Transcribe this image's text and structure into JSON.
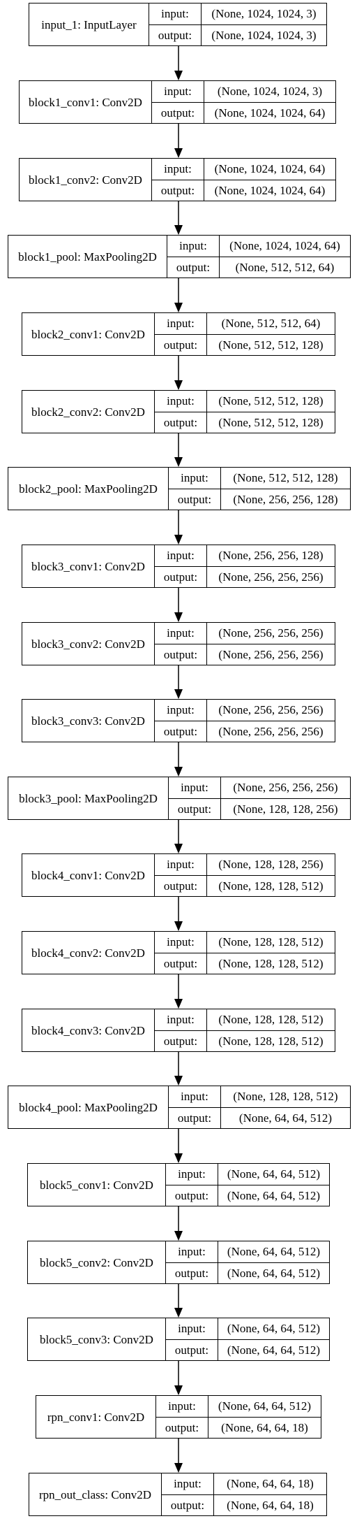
{
  "diagram": {
    "layers": [
      {
        "name": "input_1: InputLayer",
        "input_label": "input:",
        "output_label": "output:",
        "input": "(None, 1024, 1024, 3)",
        "output": "(None, 1024, 1024, 3)"
      },
      {
        "name": "block1_conv1: Conv2D",
        "input_label": "input:",
        "output_label": "output:",
        "input": "(None, 1024, 1024, 3)",
        "output": "(None, 1024, 1024, 64)"
      },
      {
        "name": "block1_conv2: Conv2D",
        "input_label": "input:",
        "output_label": "output:",
        "input": "(None, 1024, 1024, 64)",
        "output": "(None, 1024, 1024, 64)"
      },
      {
        "name": "block1_pool: MaxPooling2D",
        "input_label": "input:",
        "output_label": "output:",
        "input": "(None, 1024, 1024, 64)",
        "output": "(None, 512, 512, 64)"
      },
      {
        "name": "block2_conv1: Conv2D",
        "input_label": "input:",
        "output_label": "output:",
        "input": "(None, 512, 512, 64)",
        "output": "(None, 512, 512, 128)"
      },
      {
        "name": "block2_conv2: Conv2D",
        "input_label": "input:",
        "output_label": "output:",
        "input": "(None, 512, 512, 128)",
        "output": "(None, 512, 512, 128)"
      },
      {
        "name": "block2_pool: MaxPooling2D",
        "input_label": "input:",
        "output_label": "output:",
        "input": "(None, 512, 512, 128)",
        "output": "(None, 256, 256, 128)"
      },
      {
        "name": "block3_conv1: Conv2D",
        "input_label": "input:",
        "output_label": "output:",
        "input": "(None, 256, 256, 128)",
        "output": "(None, 256, 256, 256)"
      },
      {
        "name": "block3_conv2: Conv2D",
        "input_label": "input:",
        "output_label": "output:",
        "input": "(None, 256, 256, 256)",
        "output": "(None, 256, 256, 256)"
      },
      {
        "name": "block3_conv3: Conv2D",
        "input_label": "input:",
        "output_label": "output:",
        "input": "(None, 256, 256, 256)",
        "output": "(None, 256, 256, 256)"
      },
      {
        "name": "block3_pool: MaxPooling2D",
        "input_label": "input:",
        "output_label": "output:",
        "input": "(None, 256, 256, 256)",
        "output": "(None, 128, 128, 256)"
      },
      {
        "name": "block4_conv1: Conv2D",
        "input_label": "input:",
        "output_label": "output:",
        "input": "(None, 128, 128, 256)",
        "output": "(None, 128, 128, 512)"
      },
      {
        "name": "block4_conv2: Conv2D",
        "input_label": "input:",
        "output_label": "output:",
        "input": "(None, 128, 128, 512)",
        "output": "(None, 128, 128, 512)"
      },
      {
        "name": "block4_conv3: Conv2D",
        "input_label": "input:",
        "output_label": "output:",
        "input": "(None, 128, 128, 512)",
        "output": "(None, 128, 128, 512)"
      },
      {
        "name": "block4_pool: MaxPooling2D",
        "input_label": "input:",
        "output_label": "output:",
        "input": "(None, 128, 128, 512)",
        "output": "(None, 64, 64, 512)"
      },
      {
        "name": "block5_conv1: Conv2D",
        "input_label": "input:",
        "output_label": "output:",
        "input": "(None, 64, 64, 512)",
        "output": "(None, 64, 64, 512)"
      },
      {
        "name": "block5_conv2: Conv2D",
        "input_label": "input:",
        "output_label": "output:",
        "input": "(None, 64, 64, 512)",
        "output": "(None, 64, 64, 512)"
      },
      {
        "name": "block5_conv3: Conv2D",
        "input_label": "input:",
        "output_label": "output:",
        "input": "(None, 64, 64, 512)",
        "output": "(None, 64, 64, 512)"
      },
      {
        "name": "rpn_conv1: Conv2D",
        "input_label": "input:",
        "output_label": "output:",
        "input": "(None, 64, 64, 512)",
        "output": "(None, 64, 64, 18)"
      },
      {
        "name": "rpn_out_class: Conv2D",
        "input_label": "input:",
        "output_label": "output:",
        "input": "(None, 64, 64, 18)",
        "output": "(None, 64, 64, 18)"
      }
    ]
  }
}
